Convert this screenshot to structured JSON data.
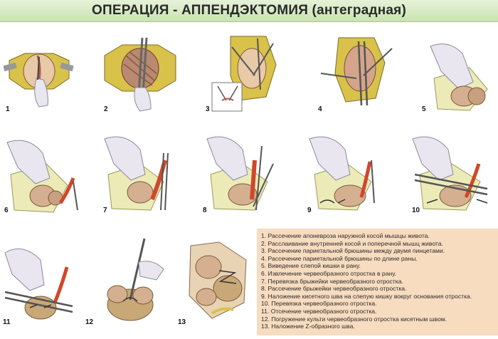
{
  "title": "ОПЕРАЦИЯ - АППЕНДЭКТОМИЯ (антеградная)",
  "figures": [
    "1",
    "2",
    "3",
    "4",
    "5",
    "6",
    "7",
    "8",
    "9",
    "10",
    "11",
    "12",
    "13"
  ],
  "legend": [
    "1. Рассечение апоневроза наружной косой мышцы живота.",
    "2. Расслаивание внутренней косой и поперечной мышц живота.",
    "3. Рассечение париетальной брюшины между двумя пинцетами.",
    "4. Рассечение париетальной брюшины по длине раны.",
    "5. Виведение слепой кишки в рану.",
    "6. Извлечение червеобразного отростка в рану.",
    "7. Перевязка брыжейки червеобразного отростка.",
    "8. Рассечение брыжейки червеобразного отростка.",
    "9. Наложение кисетного шва на слепую кишку вокруг основания отростка.",
    "10. Перевязка червеобразного отростка.",
    "11. Отсечение червеобразного отростка.",
    "12. Погружение культи червеобразного отростка кисетным швом.",
    "13. Наложение Z-образного шва."
  ],
  "colors": {
    "title_bg": "#c9e3b0",
    "legend_bg": "#f7dcc0",
    "tissue": "#e8c9a8",
    "fat": "#d9c24a",
    "glove": "#e9e6ef",
    "appendix": "#d0472b"
  },
  "icons": {
    "instrument": "scissors-clamp-icon",
    "hand": "gloved-hand-icon"
  }
}
